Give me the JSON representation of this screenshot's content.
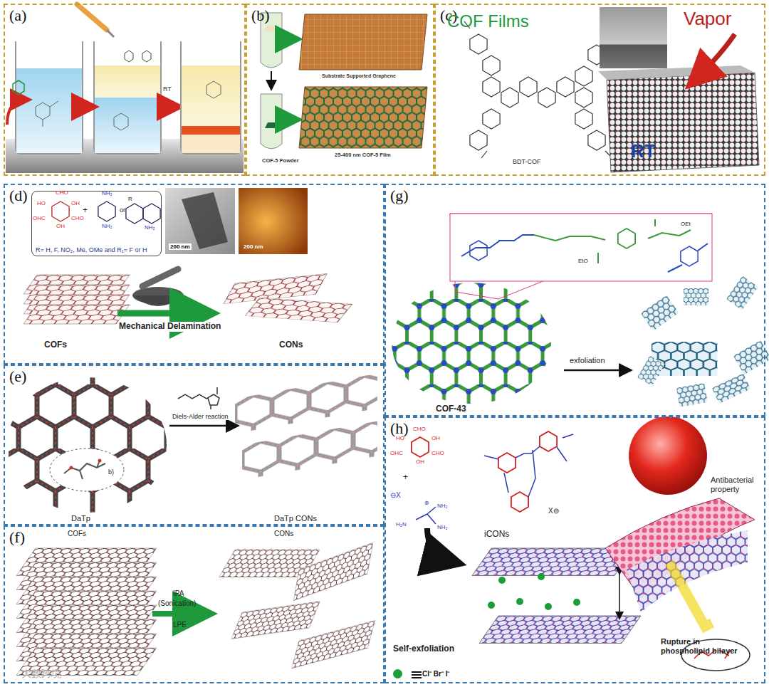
{
  "diagram": {
    "nodes": [
      {
        "text": [
          "(a)"
        ]
      },
      {
        "text": [
          "(b)"
        ]
      },
      {
        "text": [
          "(c)"
        ]
      },
      {
        "text": [
          "(d)"
        ]
      },
      {
        "text": [
          "(e)"
        ]
      },
      {
        "text": [
          "(f)"
        ]
      },
      {
        "text": [
          "(g)"
        ]
      },
      {
        "text": [
          "(h)"
        ]
      },
      {
        "text": [
          "R= H, F, NO₂, Me, OMe and R₁= F or H"
        ],
        "in": 3
      }
    ],
    "labels": [
      "RT",
      "COF-5 Powder",
      "Substrate Supported Graphene",
      "25-400 nm COF-5 Film",
      "COF Films",
      "BDT-COF",
      "Vapor",
      "RT",
      "CHO",
      "HO",
      "OH",
      "OHC",
      "CHO",
      "OH",
      "+",
      "NH₂",
      "NH₂",
      "or",
      "R",
      "NH₂",
      "200 nm",
      "200 nm",
      "COFs",
      "Mechanical Delamination",
      "CONs",
      "Diels-Alder reaction",
      "DaTp",
      "DaTp CONs",
      "b)",
      "COFs",
      "CONs",
      "IPA",
      "(Sonication)",
      "LPE",
      "COF-43",
      "exfoliation",
      "OEt",
      "EtO",
      "CHO",
      "HO",
      "OH",
      "OHC",
      "CHO",
      "OH",
      "+",
      "⊖X",
      "H₂N",
      "NH₂",
      "NH₂",
      "⊕",
      "iCONs",
      "X⊖",
      "Antibacterial property",
      "Self-exfoliation",
      "Rupture in phospholipid bilayer",
      "大数跨境"
    ],
    "legend": [
      {
        "text": "Cl⁻ Br⁻ I⁻",
        "color": "#1a9e3a"
      }
    ]
  }
}
